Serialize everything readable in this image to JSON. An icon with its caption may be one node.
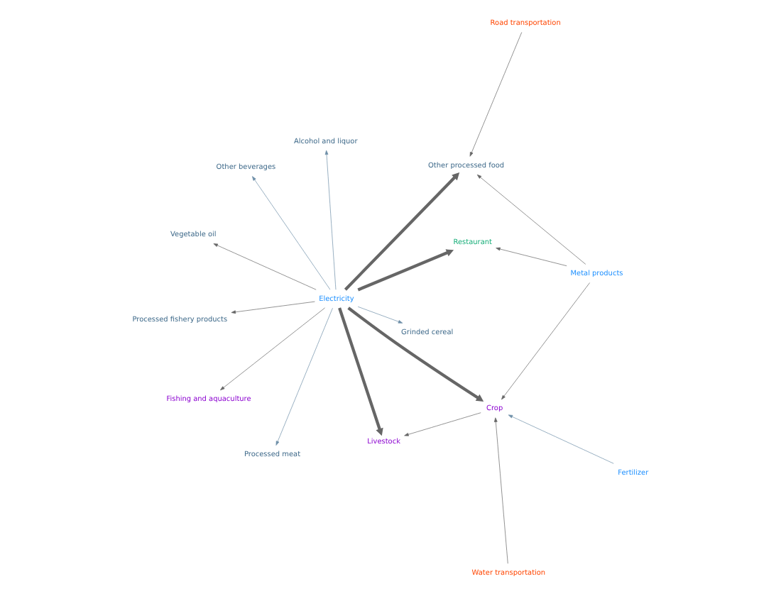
{
  "diagram": {
    "nodes": [
      {
        "text": [
          "Other processed food"
        ]
      },
      {
        "text": [
          "Grinded cereal"
        ]
      },
      {
        "text": [
          "Fishing and aquaculture"
        ]
      },
      {
        "text": [
          "Road transportation"
        ]
      },
      {
        "text": [
          "Restaurant"
        ]
      },
      {
        "text": [
          "Electricity"
        ]
      },
      {
        "text": [
          "Vegetable oil"
        ]
      },
      {
        "text": [
          "Metal products"
        ]
      },
      {
        "text": [
          "Processed fishery products"
        ]
      },
      {
        "text": [
          "Livestock"
        ]
      },
      {
        "text": [
          "Processed meat"
        ]
      },
      {
        "text": [
          "Water transportation"
        ]
      },
      {
        "text": [
          "Crop"
        ]
      },
      {
        "text": [
          "Alcohol and liquor"
        ]
      },
      {
        "text": [
          "Other beverages"
        ]
      },
      {
        "text": [
          "Fertilizer"
        ]
      }
    ],
    "edges": [
      {
        "from": 5,
        "to": 0,
        "arrow": "to",
        "style": "thick"
      },
      {
        "from": 5,
        "to": 4,
        "arrow": "to",
        "style": "thick"
      },
      {
        "from": 5,
        "to": 9,
        "arrow": "to",
        "style": "thick"
      },
      {
        "from": 5,
        "to": 12,
        "arrow": "to",
        "style": "thick"
      },
      {
        "from": 5,
        "to": 1,
        "arrow": "to",
        "color": "#6e8fa8"
      },
      {
        "from": 5,
        "to": 2,
        "arrow": "to"
      },
      {
        "from": 5,
        "to": 6,
        "arrow": "to"
      },
      {
        "from": 5,
        "to": 8,
        "arrow": "to"
      },
      {
        "from": 5,
        "to": 10,
        "arrow": "to",
        "color": "#6e8fa8"
      },
      {
        "from": 5,
        "to": 13,
        "arrow": "to",
        "color": "#6e8fa8"
      },
      {
        "from": 5,
        "to": 14,
        "arrow": "to",
        "color": "#6e8fa8"
      },
      {
        "from": 3,
        "to": 0,
        "arrow": "to"
      },
      {
        "from": 7,
        "to": 0,
        "arrow": "to"
      },
      {
        "from": 7,
        "to": 4,
        "arrow": "to"
      },
      {
        "from": 7,
        "to": 12,
        "arrow": "to"
      },
      {
        "from": 11,
        "to": 12,
        "arrow": "to"
      },
      {
        "from": 15,
        "to": 12,
        "arrow": "to",
        "color": "#6e8fa8"
      },
      {
        "from": 12,
        "to": 9,
        "arrow": "to"
      }
    ]
  }
}
